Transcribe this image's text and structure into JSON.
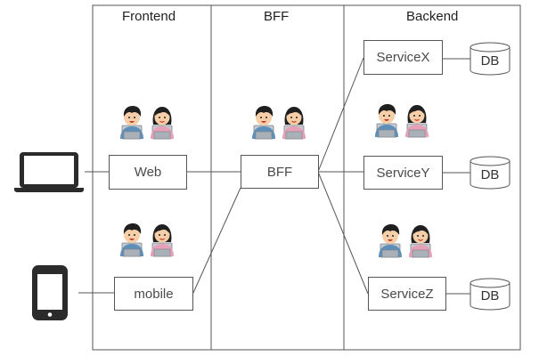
{
  "columns": {
    "frontend": "Frontend",
    "bff": "BFF",
    "backend": "Backend"
  },
  "nodes": {
    "web": "Web",
    "mobile": "mobile",
    "bff": "BFF",
    "service_x": "ServiceX",
    "service_y": "ServiceY",
    "service_z": "ServiceZ"
  },
  "databases": {
    "x": "DB",
    "y": "DB",
    "z": "DB"
  },
  "icons": {
    "client_web": "laptop-icon",
    "client_mobile": "smartphone-icon",
    "team": "developer-team-icon"
  },
  "colors": {
    "line": "#555555",
    "device": "#2b2b2b"
  }
}
